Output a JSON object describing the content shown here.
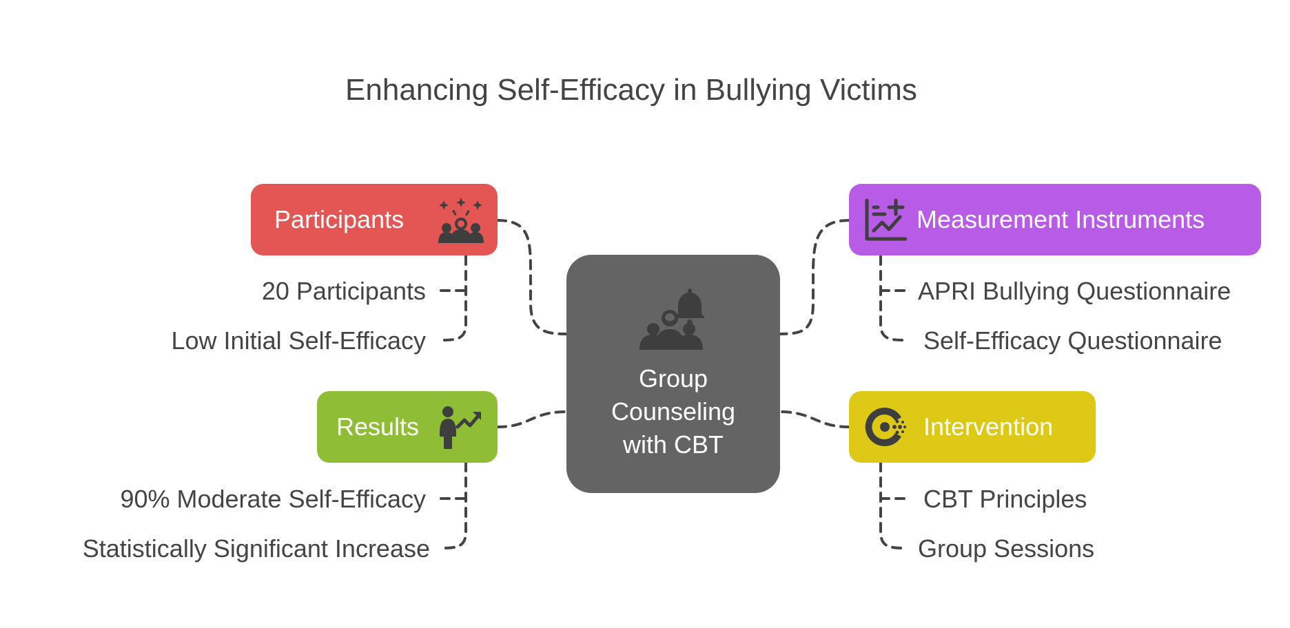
{
  "title": "Enhancing Self-Efficacy in Bullying Victims",
  "center": {
    "line1": "Group",
    "line2": "Counseling",
    "line3": "with CBT",
    "icon": "group-bell-icon"
  },
  "branches": {
    "participants": {
      "label": "Participants",
      "color": "#e35654",
      "icon": "people-sparkle-icon",
      "items": [
        "20 Participants",
        "Low Initial Self-Efficacy"
      ]
    },
    "results": {
      "label": "Results",
      "color": "#8fbd36",
      "icon": "person-growth-icon",
      "items": [
        "90% Moderate Self-Efficacy",
        "Statistically Significant Increase"
      ]
    },
    "measurement": {
      "label": "Measurement Instruments",
      "color": "#b85be6",
      "icon": "chart-plus-icon",
      "items": [
        "APRI Bullying Questionnaire",
        "Self-Efficacy Questionnaire"
      ]
    },
    "intervention": {
      "label": "Intervention",
      "color": "#ddc816",
      "icon": "target-focus-icon",
      "items": [
        "CBT Principles",
        "Group Sessions"
      ]
    }
  }
}
